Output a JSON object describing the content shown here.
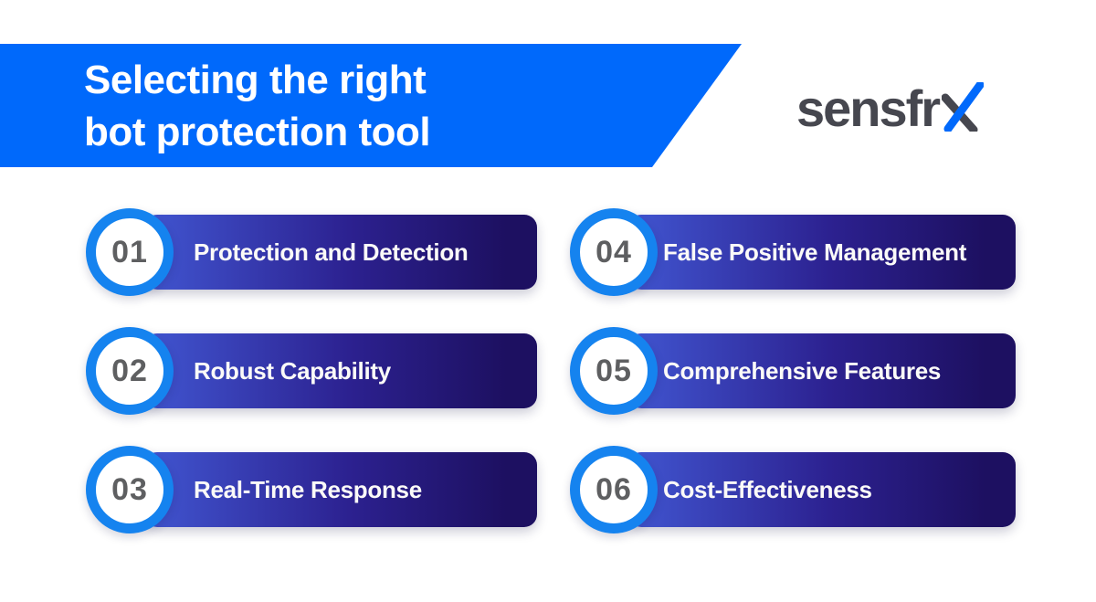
{
  "banner": {
    "title_line1": "Selecting the right",
    "title_line2": "bot protection tool",
    "color": "#0069fb",
    "text_color": "#ffffff"
  },
  "brand": {
    "name": "sensfrx",
    "text_part": "sensfr",
    "x_slash_color": "#0069fb",
    "x_back_color": "#46474f"
  },
  "items": [
    {
      "number": "01",
      "label": "Protection and Detection"
    },
    {
      "number": "02",
      "label": "Robust Capability"
    },
    {
      "number": "03",
      "label": "Real-Time Response"
    },
    {
      "number": "04",
      "label": "False Positive Management"
    },
    {
      "number": "05",
      "label": "Comprehensive Features"
    },
    {
      "number": "06",
      "label": "Cost-Effectiveness"
    }
  ],
  "colors": {
    "ring_blue": "#1583ef",
    "pill_gradient_start": "#4156d1",
    "pill_gradient_mid": "#2c2190",
    "pill_gradient_end": "#1d1061",
    "number_gray": "#5e5f61",
    "pill_text": "#fbfaf8",
    "background": "#ffffff"
  }
}
